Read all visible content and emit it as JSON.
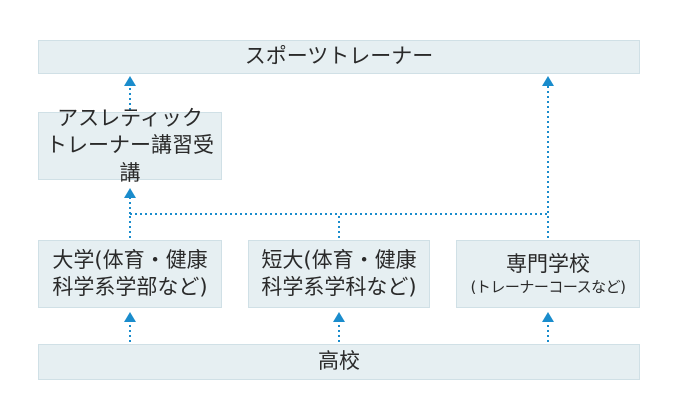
{
  "nodes": {
    "sports_trainer": {
      "lines": [
        "スポーツトレーナー"
      ]
    },
    "athletic_course": {
      "lines": [
        "アスレティック",
        "トレーナー講習受講"
      ]
    },
    "university": {
      "lines": [
        "大学(体育・健康",
        "科学系学部など)"
      ]
    },
    "junior_college": {
      "lines": [
        "短大(体育・健康",
        "科学系学科など)"
      ]
    },
    "vocational": {
      "lines": [
        "専門学校",
        "(トレーナーコースなど)"
      ]
    },
    "high_school": {
      "lines": [
        "高校"
      ]
    }
  },
  "colors": {
    "box_fill": "#e6eff2",
    "connector": "#1a8ccc"
  },
  "edges": [
    {
      "from": "high_school",
      "to": "university"
    },
    {
      "from": "high_school",
      "to": "junior_college"
    },
    {
      "from": "high_school",
      "to": "vocational"
    },
    {
      "from": "university",
      "to": "athletic_course"
    },
    {
      "from": "junior_college",
      "to": "athletic_course"
    },
    {
      "from": "vocational",
      "to": "sports_trainer"
    },
    {
      "from": "athletic_course",
      "to": "sports_trainer"
    }
  ]
}
